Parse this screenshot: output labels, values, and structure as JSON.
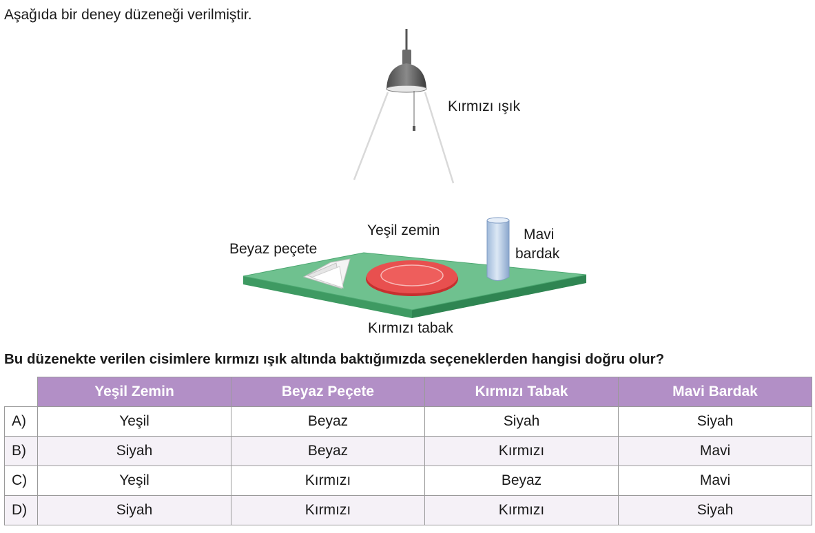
{
  "intro": "Aşağıda bir deney düzeneği verilmiştir.",
  "figure": {
    "labels": {
      "light": "Kırmızı ışık",
      "green_floor": "Yeşil zemin",
      "napkin": "Beyaz peçete",
      "cup_line1": "Mavi",
      "cup_line2": "bardak",
      "plate": "Kırmızı tabak"
    },
    "colors": {
      "floor": "#6fc18f",
      "plate": "#e8504f",
      "cup": "#b9cfe8",
      "lamp": "#6b6b6b"
    }
  },
  "question": "Bu düzenekte verilen cisimlere kırmızı ışık altında baktığımızda seçeneklerden hangisi doğru olur?",
  "table": {
    "header_color": "#b28fc6",
    "headers": [
      "Yeşil Zemin",
      "Beyaz Peçete",
      "Kırmızı Tabak",
      "Mavi Bardak"
    ],
    "rows": [
      {
        "option": "A)",
        "cells": [
          "Yeşil",
          "Beyaz",
          "Siyah",
          "Siyah"
        ]
      },
      {
        "option": "B)",
        "cells": [
          "Siyah",
          "Beyaz",
          "Kırmızı",
          "Mavi"
        ]
      },
      {
        "option": "C)",
        "cells": [
          "Yeşil",
          "Kırmızı",
          "Beyaz",
          "Mavi"
        ]
      },
      {
        "option": "D)",
        "cells": [
          "Siyah",
          "Kırmızı",
          "Kırmızı",
          "Siyah"
        ]
      }
    ]
  }
}
